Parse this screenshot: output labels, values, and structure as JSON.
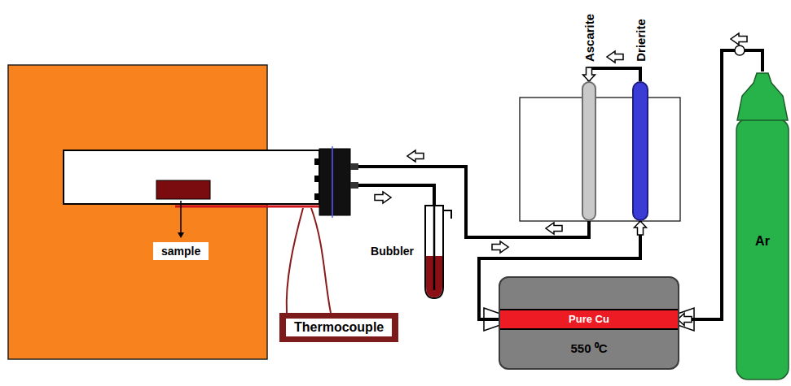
{
  "diagram": {
    "nodes": [
      {
        "text": [
          "sample"
        ]
      },
      {
        "text": [
          "Thermocouple"
        ]
      },
      {
        "text": [
          "Bubbler"
        ]
      },
      {
        "text": [
          "Ascarite"
        ]
      },
      {
        "text": [
          "Drierite"
        ]
      },
      {
        "text": [
          "550 ⁰C"
        ]
      },
      {
        "text": [
          "Pure Cu"
        ],
        "in": 5
      },
      {
        "text": [
          "Ar"
        ]
      }
    ],
    "edges": [
      {
        "from": 7,
        "to": 6,
        "arrow": "to"
      },
      {
        "from": 6,
        "to": 4,
        "arrow": "to"
      },
      {
        "from": 4,
        "to": 3,
        "arrow": "to"
      }
    ]
  }
}
